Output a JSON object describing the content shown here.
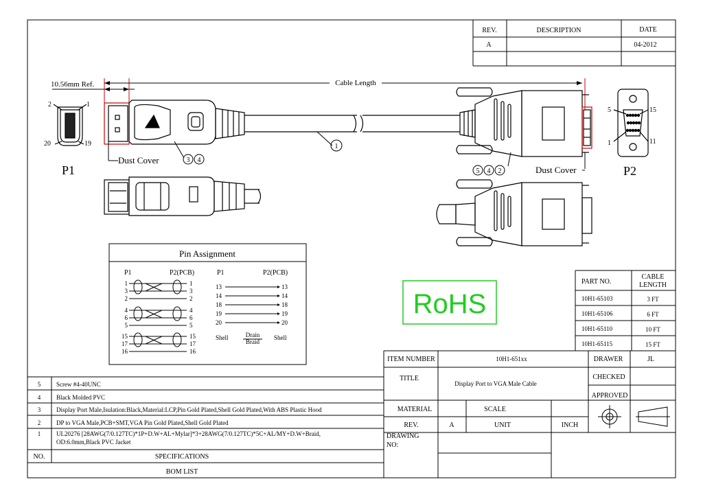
{
  "revision_table": {
    "headers": {
      "rev": "REV.",
      "description": "DESCRIPTION",
      "date": "DATE"
    },
    "row": {
      "rev": "A",
      "description": "",
      "date": "04-2012"
    }
  },
  "drawing": {
    "ref_dimension": "10.56mm Ref.",
    "cable_length": "Cable Length",
    "dust_cover_left": "Dust Cover",
    "dust_cover_right": "Dust Cover",
    "p1_label": "P1",
    "p2_label": "P2",
    "balloons": {
      "cable": "1",
      "left_a": "3",
      "left_b": "4",
      "right_a": "5",
      "right_b": "4",
      "right_c": "2"
    },
    "dp_pins": {
      "top_left": "2",
      "top_right": "1",
      "bottom_left": "20",
      "bottom_right": "19"
    },
    "vga_pins": {
      "top_left": "5",
      "top_right": "15",
      "bottom_left": "1",
      "bottom_right": "11"
    }
  },
  "pin_assignment": {
    "title": "Pin Assignment",
    "col_p1": "P1",
    "col_p2": "P2(PCB)",
    "twisted_groups": [
      [
        "1",
        "3",
        "2"
      ],
      [
        "4",
        "6",
        "5"
      ],
      [
        "15",
        "17",
        "16"
      ]
    ],
    "straight": [
      "13",
      "14",
      "18",
      "19",
      "20"
    ],
    "shell_left": "Shell",
    "shell_right": "Shell",
    "drain": "Drain",
    "braid": "Braid"
  },
  "rohs": {
    "text": "RoHS",
    "color": "#22cc22"
  },
  "part_table": {
    "headers": {
      "part_no": "PART NO.",
      "cable_length_1": "CABLE",
      "cable_length_2": "LENGTH"
    },
    "rows": [
      {
        "part": "10H1-65103",
        "length": "3 FT"
      },
      {
        "part": "10H1-65106",
        "length": "6 FT"
      },
      {
        "part": "10H1-65110",
        "length": "10 FT"
      },
      {
        "part": "10H1-65115",
        "length": "15 FT"
      }
    ]
  },
  "title_block": {
    "item_number_label": "ITEM NUMBER",
    "item_number": "10H1-651xx",
    "drawer_label": "DRAWER",
    "drawer": "JL",
    "title_label": "TITLE",
    "title": "Display Port  to VGA  Male Cable",
    "checked_label": "CHECKED",
    "approved_label": "APPROVED",
    "material_label": "MATERIAL",
    "scale_label": "SCALE",
    "rev_label": "REV.",
    "rev": "A",
    "unit_label": "UNIT",
    "unit": "INCH",
    "drawing_no_label_1": "DRAWING",
    "drawing_no_label_2": "NO:"
  },
  "bom": {
    "rows": [
      {
        "no": "5",
        "spec": "Screw #4-40UNC"
      },
      {
        "no": "4",
        "spec": "Black Molded PVC"
      },
      {
        "no": "3",
        "spec": "Display Port Male,Isulation:Black,Material:LCP,Pin Gold Plated,Shell Gold Plated,With ABS Plastic Hood"
      },
      {
        "no": "2",
        "spec": "DP to VGA Male,PCB+SMT,VGA Pin Gold Plated,Shell Gold Plated"
      },
      {
        "no": "1",
        "spec_line1": "UL20276 [28AWG(7/0.127TC)*1P+D.W+AL+Mylar]*3+28AWG(7/0.127TC)*5C+AL/MY+D.W+Braid,",
        "spec_line2": "OD:6.0mm,Black PVC Jacket"
      }
    ],
    "no_label": "NO.",
    "spec_label": "SPECIFICATIONS",
    "bom_label": "BOM LIST"
  }
}
